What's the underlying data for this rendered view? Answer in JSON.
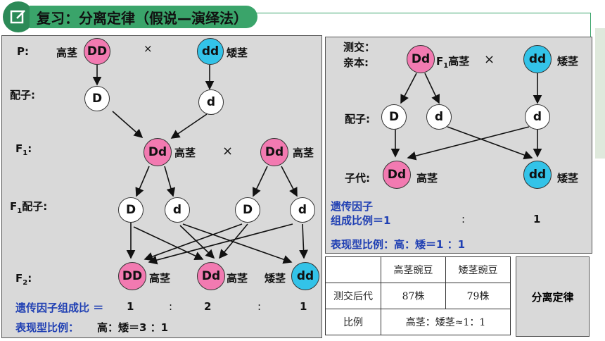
{
  "title": "复习：分离定律（假说—演绎法）",
  "left": {
    "p_label": "P:",
    "p_left_text": "高茎",
    "p_left_circle": "DD",
    "cross": "×",
    "p_right_circle": "dd",
    "p_right_text": "矮茎",
    "gamete_label": "配子:",
    "gamete_left": "D",
    "gamete_right": "d",
    "f1_label": "F",
    "f1_sub": "1",
    "f1_colon": ":",
    "f1_left_circle": "Dd",
    "f1_left_text": "高茎",
    "f1_cross": "×",
    "f1_right_circle": "Dd",
    "f1_right_text": "高茎",
    "f1g_label_pre": "F",
    "f1g_sub": "1",
    "f1g_label_post": "配子:",
    "f1g": [
      "D",
      "d",
      "D",
      "d"
    ],
    "f2_label": "F",
    "f2_sub": "2",
    "f2_colon": ":",
    "f2_c1": "DD",
    "f2_t1": "高茎",
    "f2_c2": "Dd",
    "f2_t2": "高茎",
    "f2_t3": "矮茎",
    "f2_c3": "dd",
    "ratio_label": "遗传因子组成比 ＝",
    "ratio_values": [
      "1",
      ":",
      "2",
      ":",
      "1"
    ],
    "pheno_label": "表现型比例：",
    "pheno_value": "高：矮＝3 ：1"
  },
  "right": {
    "tc_label1": "测交：",
    "tc_label2": "亲本:",
    "tc_p_circle": "Dd",
    "tc_p_text_pre": "F",
    "tc_p_sub": "1",
    "tc_p_text_post": "高茎",
    "tc_cross": "×",
    "tc_p2_circle": "dd",
    "tc_p2_text": "矮茎",
    "gamete_label": "配子:",
    "gametes": [
      "D",
      "d",
      "d"
    ],
    "offspring_label": "子代:",
    "off_c1": "Dd",
    "off_t1": "高茎",
    "off_c2": "dd",
    "off_t2": "矮茎",
    "ratio_label1": "遗传因子",
    "ratio_label2": "组成比例＝1",
    "ratio_colon": ":",
    "ratio_right": "1",
    "pheno_label": "表现型比例：高：矮＝1 ：1"
  },
  "table": {
    "headers": [
      "",
      "高茎豌豆",
      "矮茎豌豆"
    ],
    "row1": [
      "测交后代",
      "87株",
      "79株"
    ],
    "row2_label": "比例",
    "row2_value": "高茎：矮茎≈1：1"
  },
  "side_box": "分离定律",
  "colors": {
    "pink": "#f27ab1",
    "cyan": "#33c3e8",
    "green": "#3aa46a",
    "panel": "#d9d9d9",
    "blue_text": "#1f3fb3",
    "red_text": "#d0202a"
  }
}
